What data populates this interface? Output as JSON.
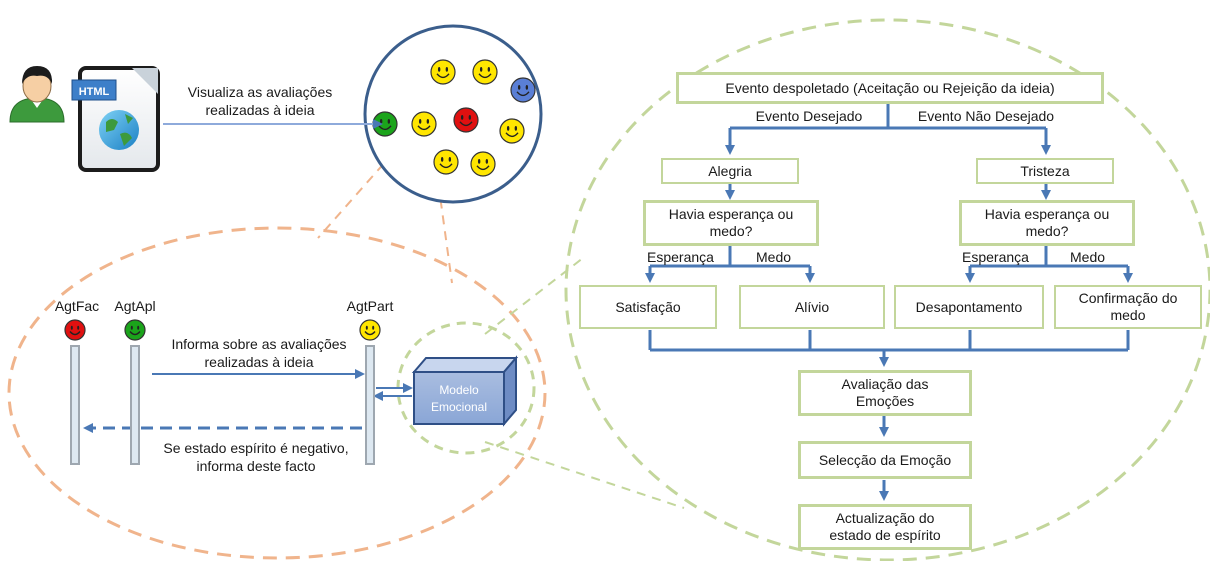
{
  "colors": {
    "blue_line": "#4a78b5",
    "orange_dash": "#f0b48c",
    "green_dash": "#c3d69b",
    "box_border": "#c3d69b",
    "smiley_yellow": "#ffe600",
    "smiley_green": "#1ba41b",
    "smiley_red": "#e01010",
    "smiley_blue": "#5a7fd6"
  },
  "top": {
    "user_icon": "user-icon",
    "html_icon_label": "HTML",
    "arrow_label_1": "Visualiza as avaliações",
    "arrow_label_2": "realizadas à ideia"
  },
  "sequence": {
    "actors": [
      "AgtFac",
      "AgtApl",
      "AgtPart"
    ],
    "msg1_line1": "Informa sobre as avaliações",
    "msg1_line2": "realizadas à ideia",
    "msg2_line1": "Se estado espírito é negativo,",
    "msg2_line2": "informa deste facto",
    "model_label_1": "Modelo",
    "model_label_2": "Emocional"
  },
  "flow": {
    "event": "Evento despoletado (Aceitação ou Rejeição da ideia)",
    "desired": "Evento Desejado",
    "not_desired": "Evento Não Desejado",
    "joy": "Alegria",
    "sadness": "Tristeza",
    "question_left_1": "Havia esperança ou",
    "question_left_2": "medo?",
    "question_right_1": "Havia esperança ou",
    "question_right_2": "medo?",
    "hope_left": "Esperança",
    "fear_left": "Medo",
    "hope_right": "Esperança",
    "fear_right": "Medo",
    "satisfaction": "Satisfação",
    "relief": "Alívio",
    "disappointment": "Desapontamento",
    "confirm_1": "Confirmação do",
    "confirm_2": "medo",
    "evaluation_1": "Avaliação das",
    "evaluation_2": "Emoções",
    "selection": "Selecção da Emoção",
    "update_1": "Actualização do",
    "update_2": "estado de espírito"
  }
}
